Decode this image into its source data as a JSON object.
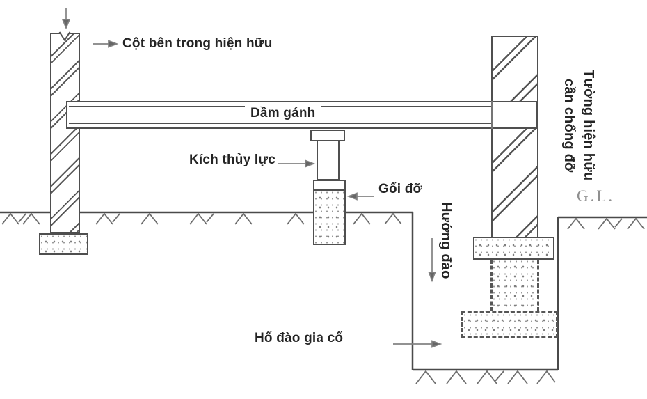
{
  "diagram": {
    "labels": {
      "column": "Cột bên trong hiện hữu",
      "beam": "Dầm gánh",
      "jack": "Kích thủy lực",
      "support": "Gối đỡ",
      "wall": "Tường hiện hữu\ncần chống đỡ",
      "ground_level": "G.L.",
      "excavation_direction": "Hướng đào",
      "pit": "Hố đào gia cố"
    },
    "colors": {
      "line": "#4f4f4f",
      "text": "#242424",
      "arrow": "#7a7a7a",
      "ground_level_text": "#8f8f8f",
      "background": "#ffffff"
    }
  }
}
